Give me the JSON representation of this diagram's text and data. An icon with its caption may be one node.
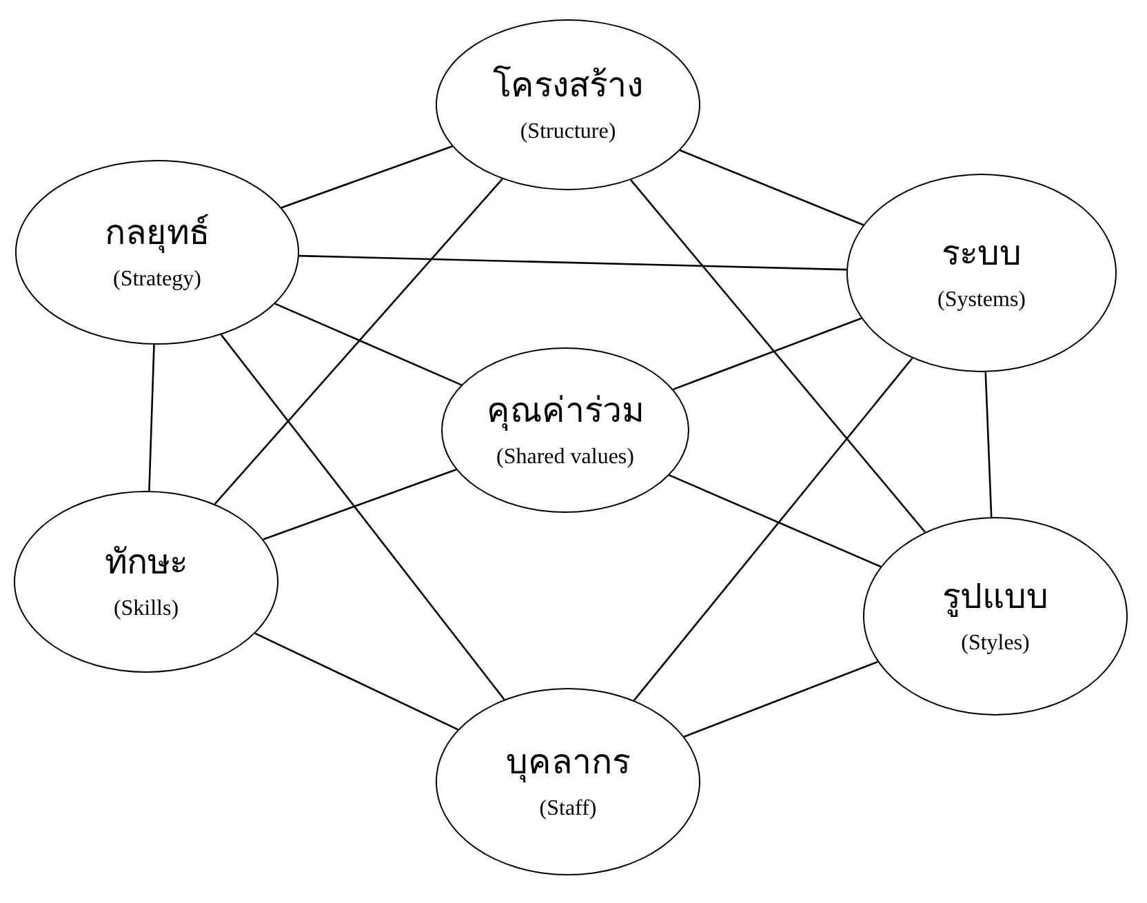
{
  "diagram": {
    "nodes": [
      {
        "text": [
          "โครงสร้าง",
          "(Structure)"
        ]
      },
      {
        "text": [
          "กลยุทธ์",
          "(Strategy)"
        ]
      },
      {
        "text": [
          "ระบบ",
          "(Systems)"
        ]
      },
      {
        "text": [
          "คุณค่าร่วม",
          "(Shared values)"
        ]
      },
      {
        "text": [
          "ทักษะ",
          "(Skills)"
        ]
      },
      {
        "text": [
          "รูปแบบ",
          "(Styles)"
        ]
      },
      {
        "text": [
          "บุคลากร",
          "(Staff)"
        ]
      }
    ],
    "edges": [
      {
        "from": 0,
        "to": 1,
        "arrow": "none"
      },
      {
        "from": 0,
        "to": 2,
        "arrow": "none"
      },
      {
        "from": 1,
        "to": 2,
        "arrow": "none"
      },
      {
        "from": 0,
        "to": 4,
        "arrow": "none"
      },
      {
        "from": 0,
        "to": 5,
        "arrow": "none"
      },
      {
        "from": 1,
        "to": 3,
        "arrow": "none"
      },
      {
        "from": 2,
        "to": 3,
        "arrow": "none"
      },
      {
        "from": 1,
        "to": 4,
        "arrow": "none"
      },
      {
        "from": 1,
        "to": 6,
        "arrow": "none"
      },
      {
        "from": 2,
        "to": 5,
        "arrow": "none"
      },
      {
        "from": 2,
        "to": 6,
        "arrow": "none"
      },
      {
        "from": 3,
        "to": 4,
        "arrow": "none"
      },
      {
        "from": 3,
        "to": 5,
        "arrow": "none"
      },
      {
        "from": 4,
        "to": 6,
        "arrow": "none"
      },
      {
        "from": 5,
        "to": 6,
        "arrow": "none"
      }
    ]
  }
}
